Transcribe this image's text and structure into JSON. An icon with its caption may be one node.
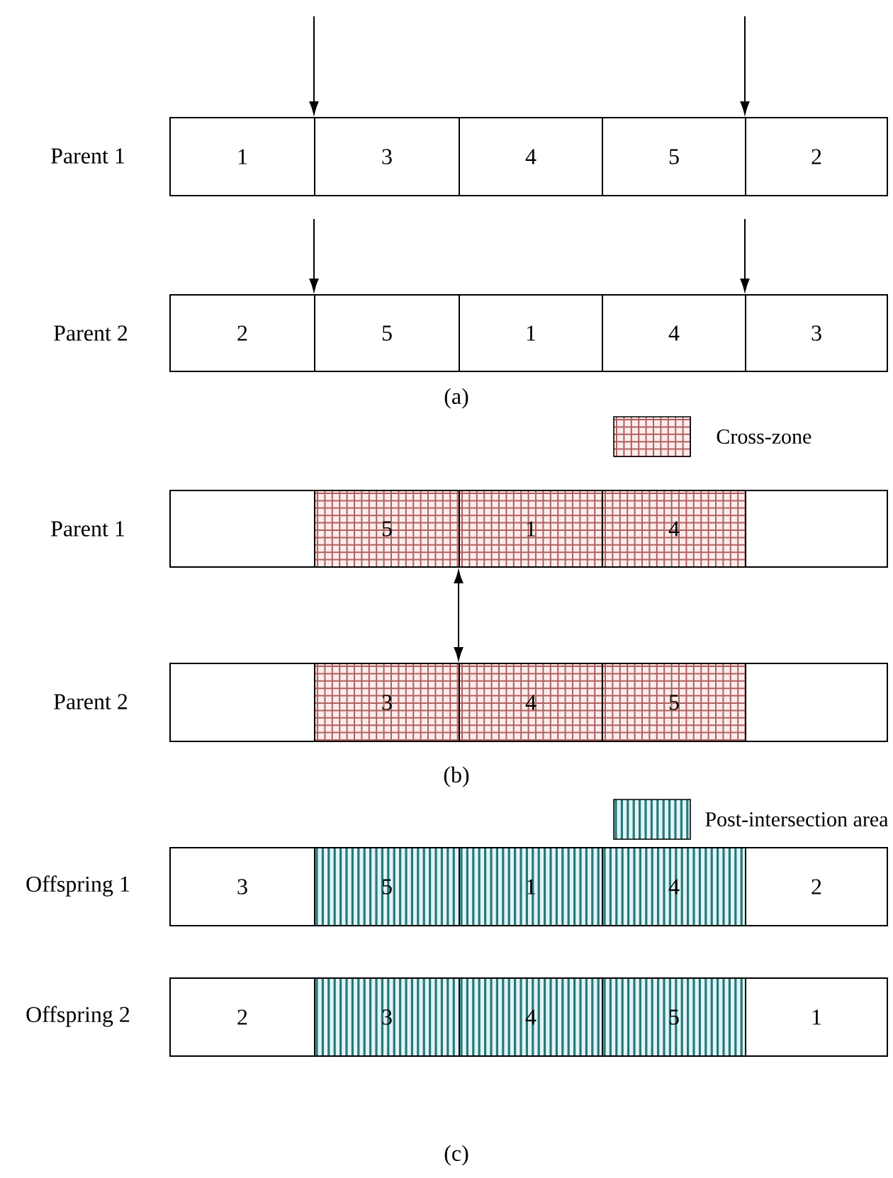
{
  "diagram": {
    "nodes": [
      {
        "text": [
          "1"
        ]
      },
      {
        "text": [
          "3"
        ]
      },
      {
        "text": [
          "4"
        ]
      },
      {
        "text": [
          "5"
        ]
      },
      {
        "text": [
          "2"
        ]
      },
      {
        "text": [
          "2"
        ]
      },
      {
        "text": [
          "5"
        ]
      },
      {
        "text": [
          "1"
        ]
      },
      {
        "text": [
          "4"
        ]
      },
      {
        "text": [
          "3"
        ]
      },
      {
        "text": [],
        "shape": "box"
      },
      {
        "text": [
          "5"
        ]
      },
      {
        "text": [
          "1"
        ]
      },
      {
        "text": [
          "4"
        ]
      },
      {
        "text": [],
        "shape": "box"
      },
      {
        "text": [],
        "shape": "box"
      },
      {
        "text": [
          "3"
        ]
      },
      {
        "text": [
          "4"
        ]
      },
      {
        "text": [
          "5"
        ]
      },
      {
        "text": [],
        "shape": "box"
      },
      {
        "text": [
          "3"
        ]
      },
      {
        "text": [
          "5"
        ]
      },
      {
        "text": [
          "1"
        ]
      },
      {
        "text": [
          "4"
        ]
      },
      {
        "text": [
          "2"
        ]
      },
      {
        "text": [
          "2"
        ]
      },
      {
        "text": [
          "3"
        ]
      },
      {
        "text": [
          "4"
        ]
      },
      {
        "text": [
          "5"
        ]
      },
      {
        "text": [
          "1"
        ]
      }
    ],
    "edges": [
      {
        "from": null,
        "to": 1,
        "arrow": "to"
      },
      {
        "from": null,
        "to": 4,
        "arrow": "to"
      },
      {
        "from": null,
        "to": 6,
        "arrow": "to"
      },
      {
        "from": null,
        "to": 9,
        "arrow": "to"
      },
      {
        "from": 12,
        "to": 17,
        "arrow": "both"
      }
    ],
    "labels": [
      "Parent 1",
      "Parent 2",
      "(a)",
      "Parent 1",
      "Parent 2",
      "(b)",
      "Offspring 1",
      "Offspring 2",
      "(c)"
    ],
    "legend": [
      {
        "text": "Cross-zone"
      },
      {
        "text": "Post-intersection area"
      }
    ]
  }
}
